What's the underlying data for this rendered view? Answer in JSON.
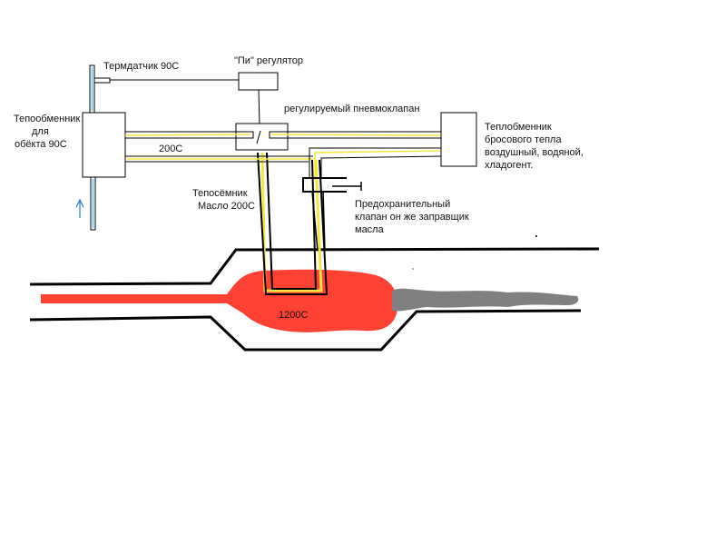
{
  "labels": {
    "thermosensor": "Термдатчик 90С",
    "pi_regulator": "\"Пи\" регулятор",
    "pneumo_valve": "регулируемый пневмоклапан",
    "heat_exchanger_object": [
      "Тепообменник",
      "для",
      "обёкта  90С"
    ],
    "temp_200": "200С",
    "oil_collector": [
      "Тепосёмник",
      "Масло 200С"
    ],
    "waste_heat_exchanger": [
      "Теплобменник",
      "бросового тепла",
      "воздушный, водяной,",
      "хладогент."
    ],
    "safety_valve": [
      "Предохранительный",
      "клапан он же заправщик",
      "масла"
    ],
    "flame_temp": "1200С"
  },
  "colors": {
    "flame": "#ff4133",
    "smoke": "#808080",
    "oil_line": "#f5e63c",
    "water_line": "#5cc8e8",
    "stroke": "#000000",
    "arrow": "#3a7ee0"
  }
}
